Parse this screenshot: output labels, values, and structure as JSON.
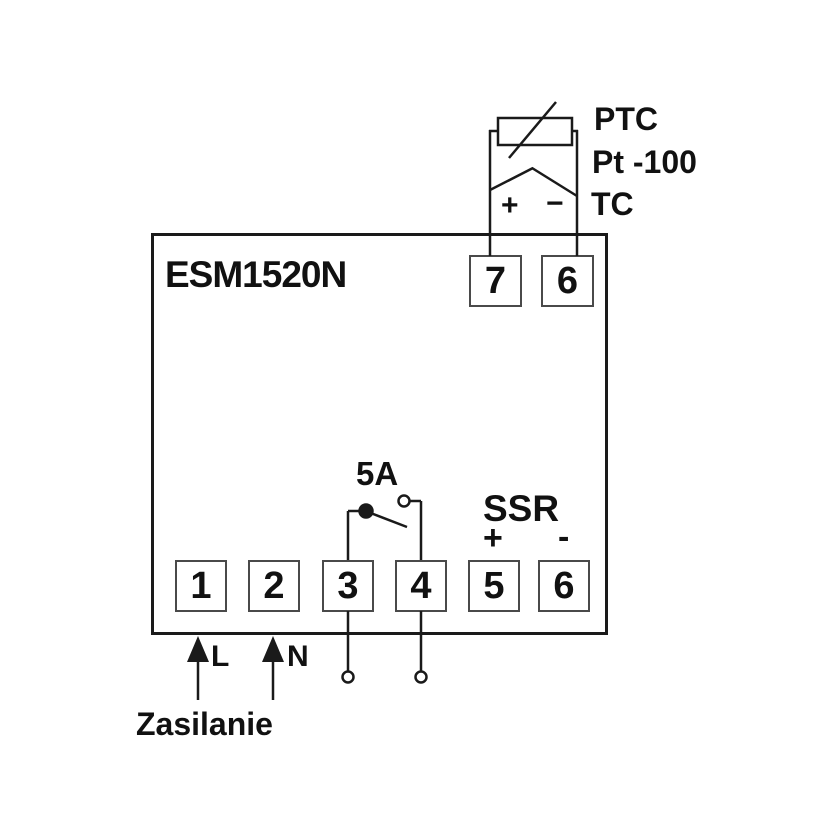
{
  "device": {
    "model": "ESM1520N"
  },
  "sensor": {
    "types": [
      "PTC",
      "Pt -100",
      "TC"
    ],
    "polarity_plus": "+",
    "polarity_minus": "−"
  },
  "terminals": {
    "top": [
      "7",
      "6"
    ],
    "bottom": [
      "1",
      "2",
      "3",
      "4",
      "5",
      "6"
    ]
  },
  "relay": {
    "current_rating": "5A"
  },
  "ssr_output": {
    "label": "SSR",
    "plus": "+",
    "minus": "-"
  },
  "power_supply": {
    "line_label": "L",
    "neutral_label": "N",
    "caption": "Zasilanie"
  },
  "colors": {
    "line": "#1a1a1a",
    "terminal_border": "#4a4a4a",
    "background": "#ffffff"
  }
}
